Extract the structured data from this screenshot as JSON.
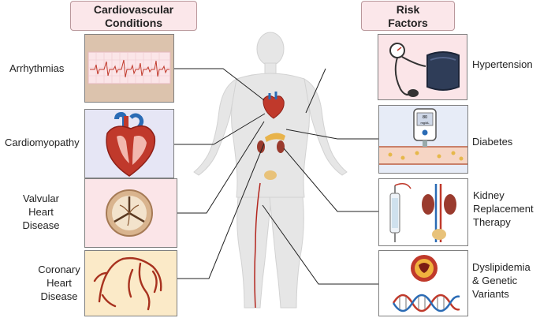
{
  "headers": {
    "left": {
      "line1": "Cardiovascular",
      "line2": "Conditions"
    },
    "right": {
      "line1": "Risk",
      "line2": "Factors"
    }
  },
  "conditions": [
    {
      "lines": [
        "Arrhythmias"
      ],
      "icon": "ecg-strip-icon"
    },
    {
      "lines": [
        "Cardiomyopathy"
      ],
      "icon": "heart-cross-section-icon"
    },
    {
      "lines": [
        "Valvular",
        "Heart Disease"
      ],
      "icon": "heart-valve-icon"
    },
    {
      "lines": [
        "Coronary",
        "Heart",
        "Disease"
      ],
      "icon": "coronary-arteries-icon"
    }
  ],
  "risk_factors": [
    {
      "lines": [
        "Hypertension"
      ],
      "icon": "blood-pressure-cuff-icon"
    },
    {
      "lines": [
        "Diabetes"
      ],
      "icon": "glucose-meter-icon"
    },
    {
      "lines": [
        "Kidney",
        "Replacement",
        "Therapy"
      ],
      "icon": "dialysis-kidney-icon"
    },
    {
      "lines": [
        "Dyslipidemia",
        "& Genetic",
        "Variants"
      ],
      "icon": "plaque-dna-icon"
    }
  ],
  "meter_display": {
    "value": "80",
    "unit": "mg/dL"
  },
  "colors": {
    "header_bg": "#fbe7ea",
    "box_tan": "#dcc3ad",
    "box_lavender": "#e6e6f5",
    "box_pink": "#fbe5e8",
    "box_cream": "#fbeac8",
    "box_white": "#ffffff",
    "box_lightblue": "#e7ecf7",
    "artery_red": "#b3261e",
    "body_gray": "#e4e4e4"
  }
}
